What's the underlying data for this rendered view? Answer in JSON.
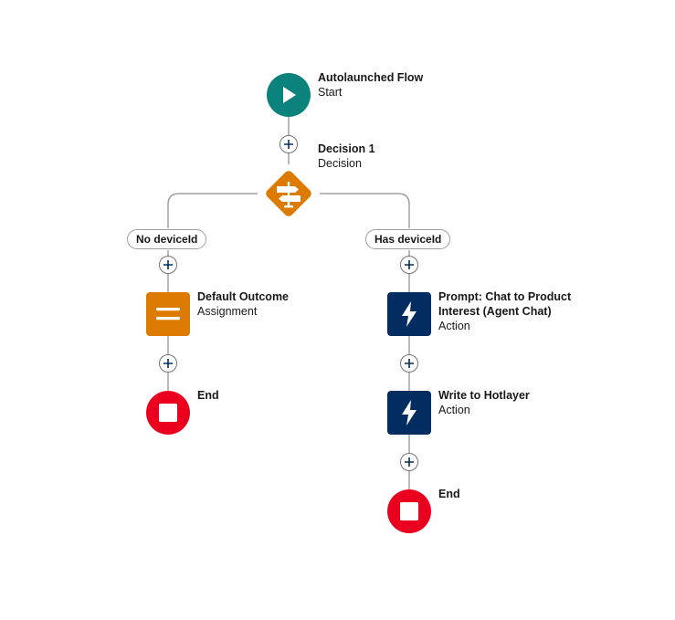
{
  "flow": {
    "start": {
      "title": "Autolaunched Flow",
      "subtitle": "Start"
    },
    "decision": {
      "title": "Decision 1",
      "subtitle": "Decision"
    },
    "outcomes": [
      {
        "label": "No deviceId"
      },
      {
        "label": "Has deviceId"
      }
    ],
    "left_branch": {
      "assignment": {
        "title": "Default Outcome",
        "subtitle": "Assignment"
      },
      "end": {
        "title": "End"
      }
    },
    "right_branch": {
      "action1": {
        "title_line1": "Prompt: Chat to Product",
        "title_line2": "Interest (Agent Chat)",
        "subtitle": "Action"
      },
      "action2": {
        "title": "Write to Hotlayer",
        "subtitle": "Action"
      },
      "end": {
        "title": "End"
      }
    }
  },
  "colors": {
    "start": "#0b827c",
    "decision": "#dd7a01",
    "assignment": "#dd7a01",
    "action": "#032d60",
    "end": "#ea001e",
    "connector": "#a0a0a0"
  },
  "icons": {
    "start": "play-icon",
    "decision": "signpost-icon",
    "assignment": "equals-icon",
    "action": "lightning-bolt-icon",
    "end": "stop-icon",
    "add": "plus-icon"
  }
}
